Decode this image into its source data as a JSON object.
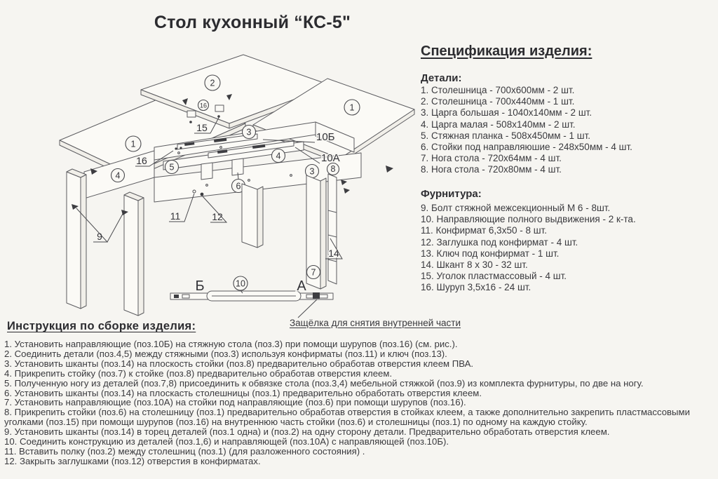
{
  "page": {
    "title": "Стол кухонный “КС-5\""
  },
  "spec": {
    "heading": "Спецификация изделия:",
    "details_heading": "Детали:",
    "details": [
      "1. Столешница - 700х600мм - 2 шт.",
      "2. Столешница - 700х440мм - 1 шт.",
      "3. Царга большая - 1040х140мм - 2 шт.",
      "4. Царга малая - 508х140мм - 2 шт.",
      "5. Стяжная планка - 508х450мм - 1 шт.",
      "6. Стойки под направляюшие - 248х50мм - 4 шт.",
      "7. Нога стола - 720х64мм - 4 шт.",
      "8. Нога стола - 720х80мм - 4 шт."
    ],
    "hardware_heading": "Фурнитура:",
    "hardware": [
      "9. Болт стяжной межсекционный М 6 - 8шт.",
      "10. Направляющие полного выдвижения - 2 к-та.",
      "11. Конфирмат 6,3х50 - 8 шт.",
      "12. Заглушка под конфирмат - 4 шт.",
      "13. Ключ под конфирмат - 1 шт.",
      "14. Шкант 8 х 30 - 32 шт.",
      "15. Уголок пластмассовый - 4 шт.",
      "16. Шуруп 3,5х16 - 24 шт."
    ]
  },
  "diagram": {
    "labels": {
      "top_left_panel": "1",
      "insert_panel": "2",
      "top_right_panel": "1",
      "rear_apron": "3",
      "front_apron": "3",
      "left_apron": "4",
      "right_apron": "4",
      "tie_plank": "5",
      "slide_stand": "6",
      "leg_wide": "7",
      "leg_narrow": "8",
      "bolt": "9",
      "slide_upper": "10Б",
      "slide_lower": "10А",
      "confirmat": "11",
      "cap": "12",
      "dowel": "14",
      "corner": "15",
      "screw": "16",
      "screw_circled": "16"
    },
    "slide_detail": {
      "left": "Б",
      "num": "10",
      "right": "А",
      "caption": "Защёлка для снятия внутренней части"
    }
  },
  "instructions": {
    "heading": "Инструкция по сборке изделия:",
    "steps": [
      "1. Установить направляющие (поз.10Б) на стяжную стола (поз.3) при помощи шурупов (поз.16) (см. рис.).",
      "2. Соединить детали (поз.4,5) между стяжными (поз.3) используя конфирматы (поз.11) и ключ (поз.13).",
      "3. Установить шканты (поз.14) на плоскость стойки (поз.8) предварительно обработав отверстия клеем ПВА.",
      "4. Прикрепить стойку (поз.7) к стойке (поз.8) предварительно обработав отверстия клеем.",
      "5. Полученную ногу из деталей (поз.7,8) присоединить к обвязке стола (поз.3,4) мебельной стяжкой (поз.9) из комплекта фурнитуры, по две на ногу.",
      "6. Установить шканты (поз.14) на плоскасть столешницы (поз.1) предварительно обработать отверстия клеем.",
      "7. Установить направляющие (поз.10А) на стойки под направляющие (поз.6) при помощи шурупов (поз.16).",
      "8. Прикрепить стойки (поз.6) на столешницу (поз.1) предварительно обработав отверстия в стойках клеем, а также дополнительно закрепить пластмассовыми уголками (поз.15) при помощи шурупов (поз.16) на внутреннюю часть стойки (поз.6) и столешницы (поз.1) по одному на каждую стойку.",
      "9. Установить шканты (поз.14) в торец деталей (поз.1 одна) и (поз.2) на одну сторону детали. Предварительно обработать отверстия клеем.",
      "10. Соединить конструкцию из деталей (поз.1,6) и направляющей (поз.10А) с направляющей (поз.10Б).",
      "11. Вставить полку (поз.2) между столешниц (поз.1) (для разложенного состояния) .",
      "12. Закрыть заглушками (поз.12) отверстия в конфирматах."
    ]
  }
}
